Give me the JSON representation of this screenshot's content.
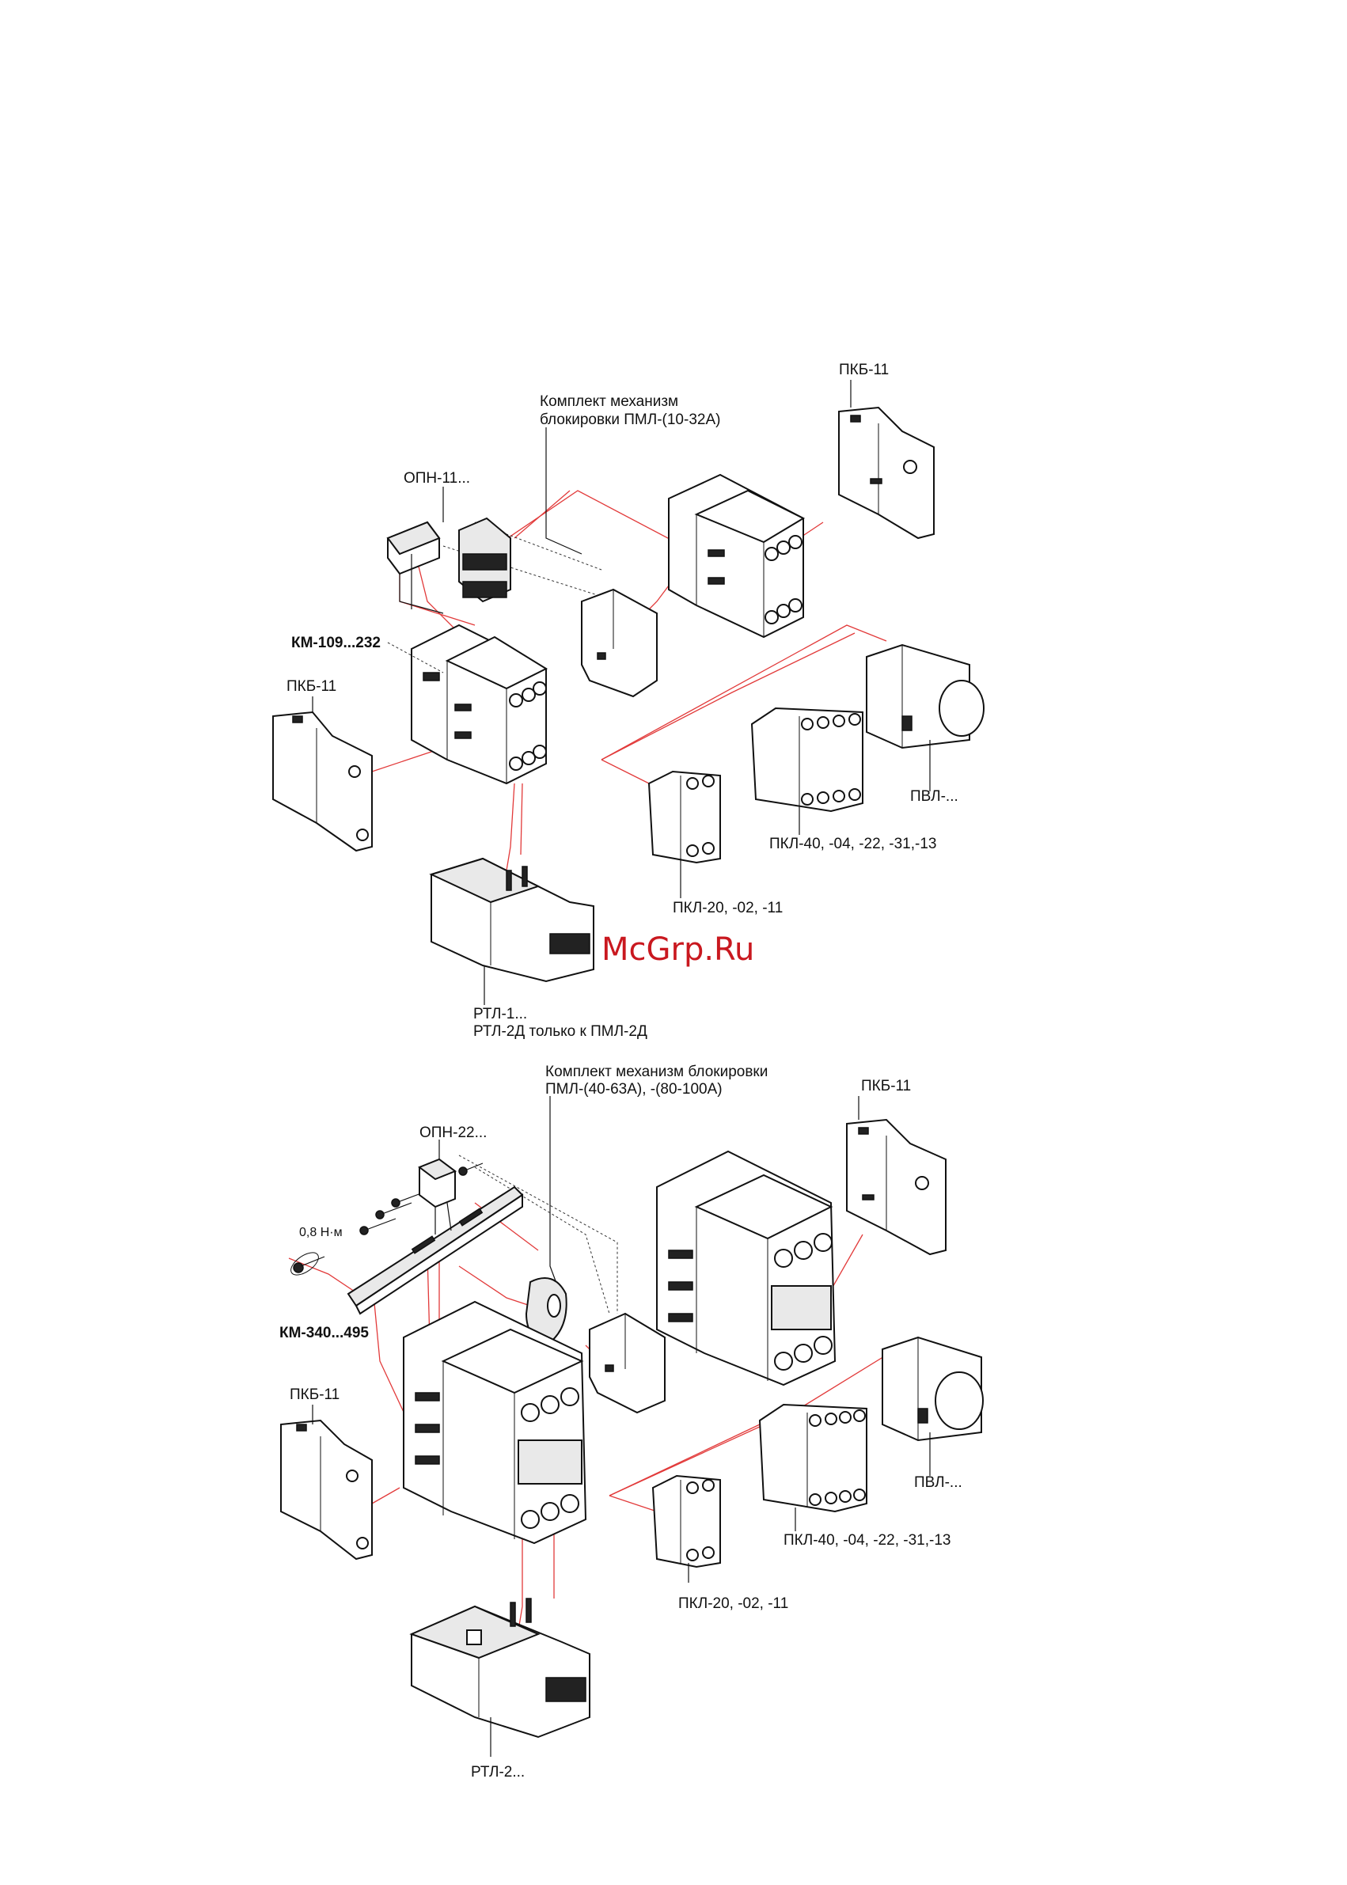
{
  "watermark": "McGrp.Ru",
  "diagram_top": {
    "label_mechanism": [
      "Комплект механизм",
      "блокировки ПМЛ-(10-32А)"
    ],
    "label_pkb_right": "ПКБ-11",
    "label_opn": "ОПН-11...",
    "label_km": "КМ-109...232",
    "label_pkb_left": "ПКБ-11",
    "label_pvl": "ПВЛ-...",
    "label_pkl40": "ПКЛ-40, -04, -22, -31,-13",
    "label_pkl20": "ПКЛ-20, -02, -11",
    "label_rtl": [
      "РТЛ-1...",
      "РТЛ-2Д  только к ПМЛ-2Д"
    ]
  },
  "diagram_bottom": {
    "label_mechanism": [
      "Комплект механизм блокировки",
      "ПМЛ-(40-63А), -(80-100А)"
    ],
    "label_pkb_right": "ПКБ-11",
    "label_opn": "ОПН-22...",
    "label_torque": "0,8 Н·м",
    "label_km": "КМ-340...495",
    "label_pkb_left": "ПКБ-11",
    "label_pvl": "ПВЛ-...",
    "label_pkl40": "ПКЛ-40, -04, -22, -31,-13",
    "label_pkl20": "ПКЛ-20, -02, -11",
    "label_rtl": "РТЛ-2..."
  }
}
